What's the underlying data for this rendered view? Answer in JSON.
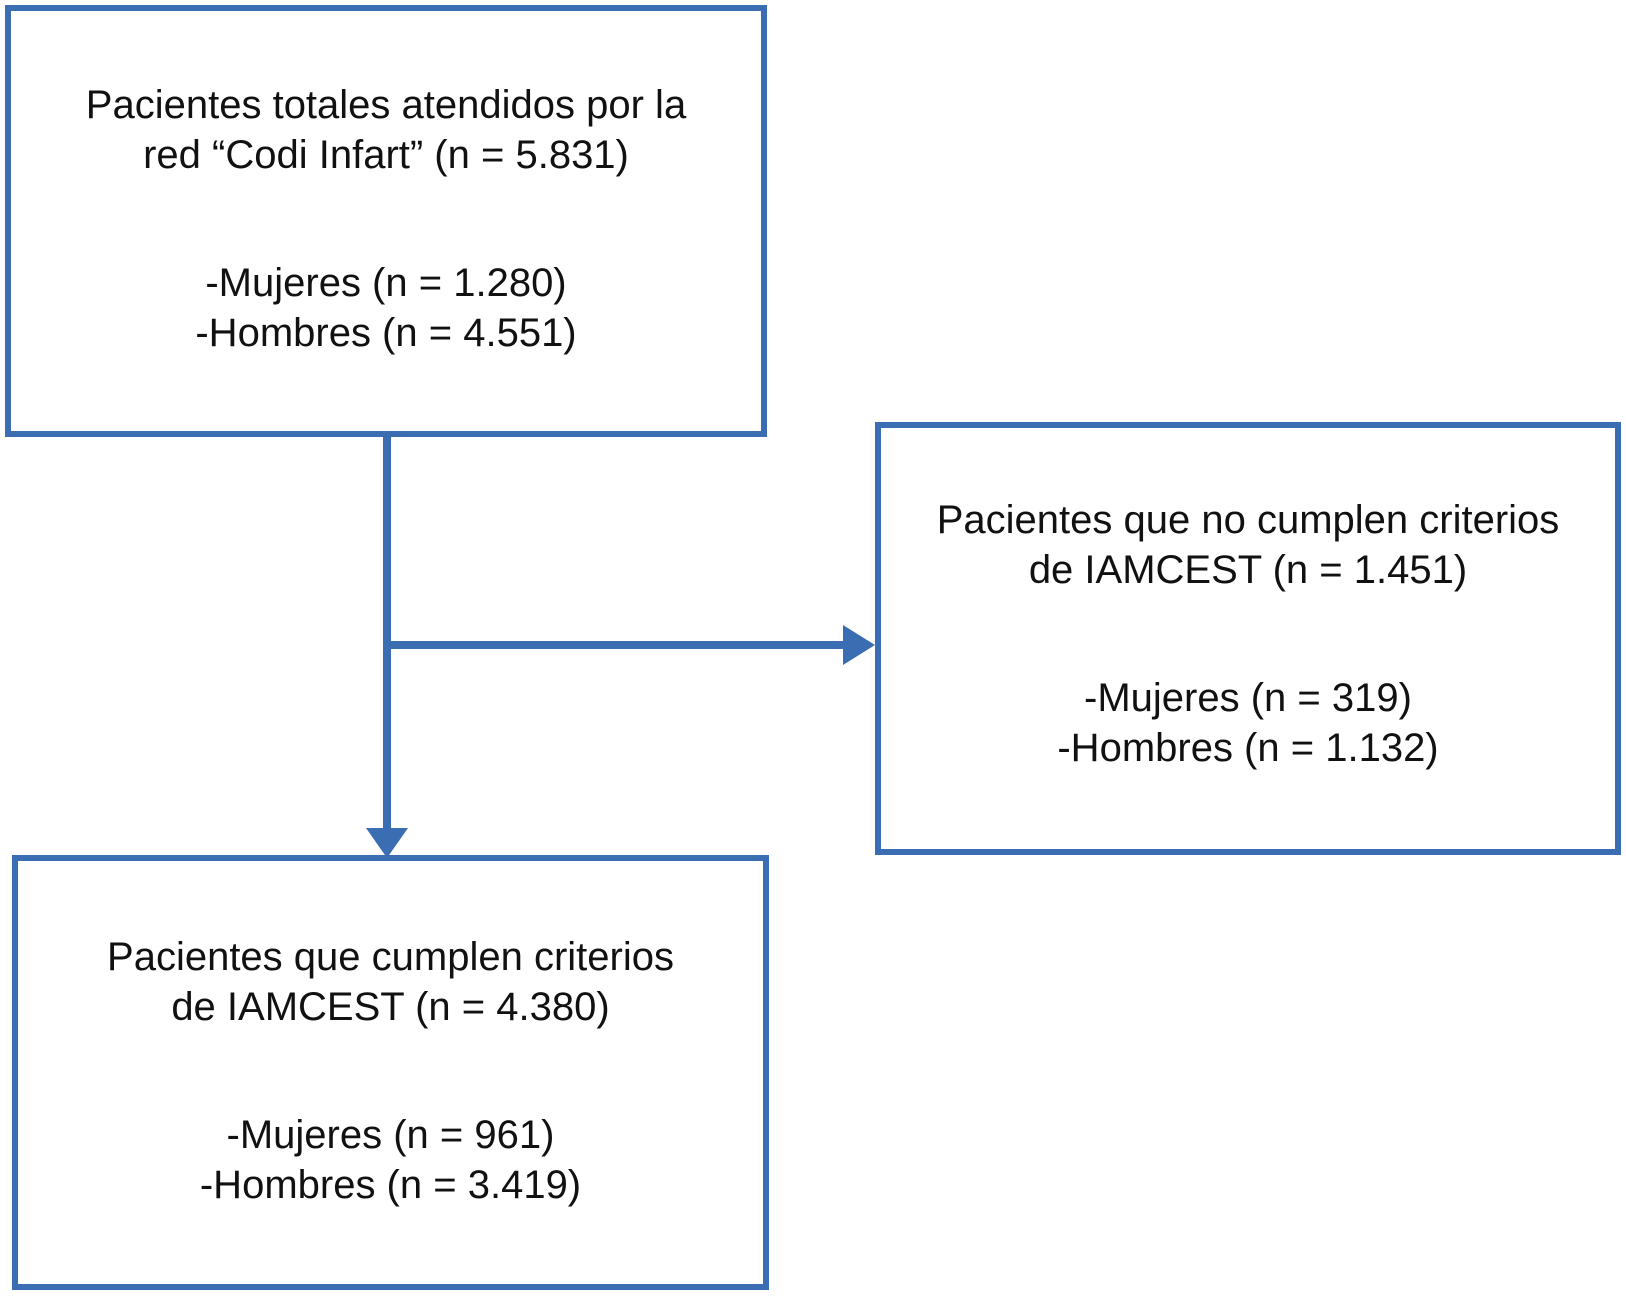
{
  "colors": {
    "accent": "#3B6DB3",
    "text": "#111111",
    "box_background": "#FFFFFF",
    "page_background": "#FFFFFF"
  },
  "boxes": [
    {
      "id": "total",
      "title_lines": [
        "Pacientes totales atendidos por la",
        "red “Codi Infart” (n = 5.831)"
      ],
      "items": [
        "-Mujeres (n = 1.280)",
        "-Hombres (n = 4.551)"
      ]
    },
    {
      "id": "no_iamcest",
      "title_lines": [
        "Pacientes que no cumplen criterios",
        "de IAMCEST (n = 1.451)"
      ],
      "items": [
        "-Mujeres (n = 319)",
        "-Hombres (n = 1.132)"
      ]
    },
    {
      "id": "iamcest",
      "title_lines": [
        "Pacientes que cumplen criterios",
        "de IAMCEST (n = 4.380)"
      ],
      "items": [
        "-Mujeres (n = 961)",
        "-Hombres (n = 3.419)"
      ]
    }
  ],
  "connectors": [
    {
      "from": "total",
      "to": "no_iamcest",
      "direction": "right"
    },
    {
      "from": "total",
      "to": "iamcest",
      "direction": "down"
    }
  ]
}
